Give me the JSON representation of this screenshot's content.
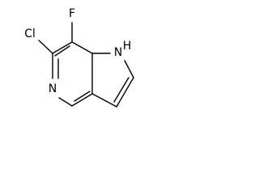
{
  "molecule": {
    "atoms": {
      "fluorine": "F",
      "chlorine": "Cl",
      "pyridine_nitrogen": "N",
      "pyrrole_nitrogen": "N",
      "pyrrole_hydrogen": "H"
    }
  }
}
